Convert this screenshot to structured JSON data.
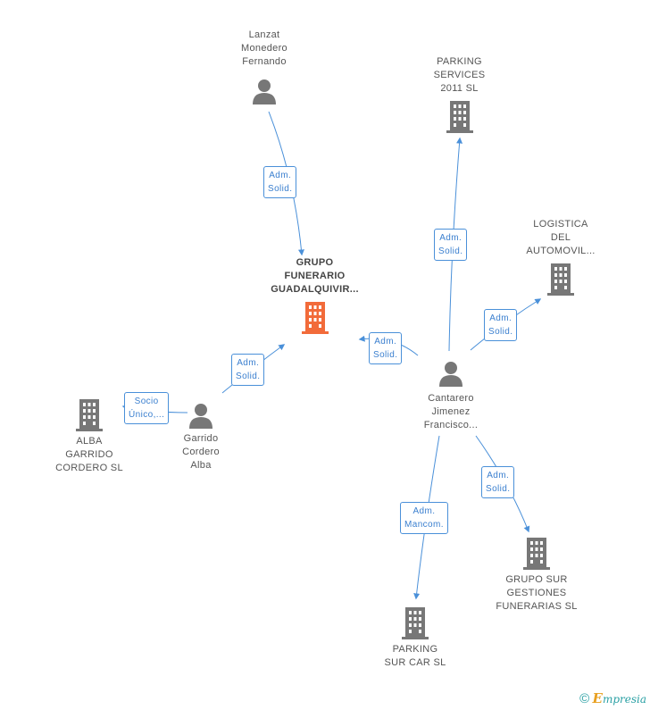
{
  "nodes": {
    "lanzat": {
      "label": "Lanzat\nMonedero\nFernando",
      "kind": "person"
    },
    "parking_services": {
      "label": "PARKING\nSERVICES\n2011 SL",
      "kind": "company"
    },
    "logistica": {
      "label": "LOGISTICA\nDEL\nAUTOMOVIL...",
      "kind": "company"
    },
    "grupo_funerario": {
      "label": "GRUPO\nFUNERARIO\nGUADALQUIVIR...",
      "kind": "company-focus"
    },
    "cantarero": {
      "label": "Cantarero\nJimenez\nFrancisco...",
      "kind": "person"
    },
    "garrido": {
      "label": "Garrido\nCordero\nAlba",
      "kind": "person"
    },
    "alba": {
      "label": "ALBA\nGARRIDO\nCORDERO SL",
      "kind": "company"
    },
    "grupo_sur": {
      "label": "GRUPO SUR\nGESTIONES\nFUNERARIAS SL",
      "kind": "company"
    },
    "parking_sur": {
      "label": "PARKING\nSUR CAR SL",
      "kind": "company"
    }
  },
  "edges": {
    "e1": {
      "label": "Adm.\nSolid."
    },
    "e2": {
      "label": "Adm.\nSolid."
    },
    "e3": {
      "label": "Adm.\nSolid."
    },
    "e4": {
      "label": "Adm.\nSolid."
    },
    "e5": {
      "label": "Adm.\nSolid."
    },
    "e6": {
      "label": "Socio\nÚnico,..."
    },
    "e7": {
      "label": "Adm.\nMancom."
    },
    "e8": {
      "label": "Adm.\nSolid."
    }
  },
  "colors": {
    "edge": "#4a90d9",
    "icon": "#777777",
    "focus_icon": "#f26b3a"
  },
  "footer": {
    "copyright": "©",
    "brand_initial": "E",
    "brand_rest": "mpresia"
  }
}
